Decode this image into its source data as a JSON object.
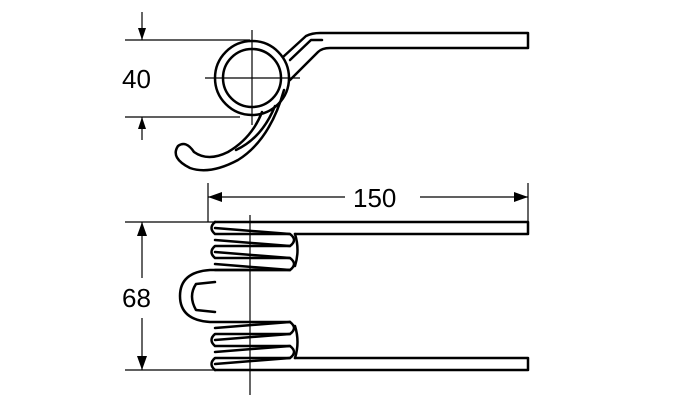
{
  "dimensions": {
    "coil_diameter": "40",
    "leg_length": "150",
    "spring_width": "68"
  }
}
